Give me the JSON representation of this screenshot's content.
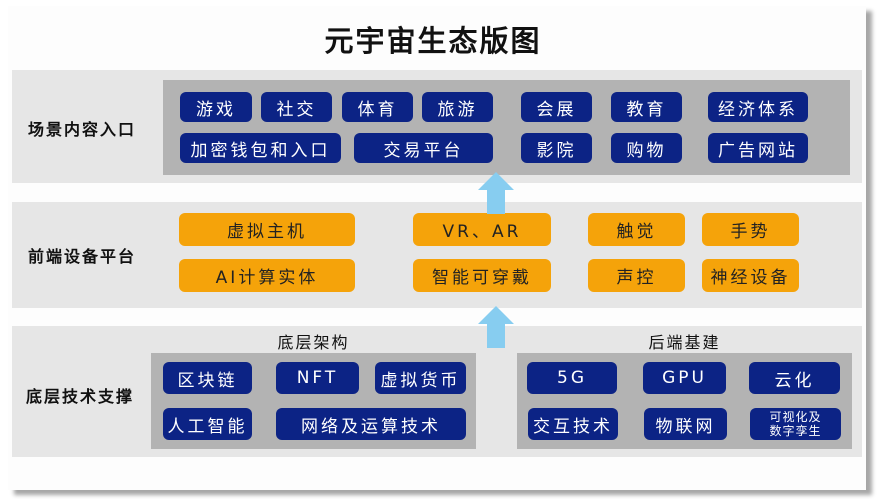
{
  "title": "元宇宙生态版图",
  "colors": {
    "blue_button": "#0c2385",
    "orange_button": "#f5a30a",
    "band": "#e6e6e6",
    "inner_box": "#b3b3b3",
    "arrow": "#87cdf0"
  },
  "layers": {
    "scene": {
      "label": "场景内容入口",
      "items": [
        "游戏",
        "社交",
        "体育",
        "旅游",
        "会展",
        "教育",
        "经济体系",
        "加密钱包和入口",
        "交易平台",
        "影院",
        "购物",
        "广告网站"
      ]
    },
    "frontend": {
      "label": "前端设备平台",
      "items": [
        "虚拟主机",
        "VR、AR",
        "触觉",
        "手势",
        "AI计算实体",
        "智能可穿戴",
        "声控",
        "神经设备"
      ]
    },
    "base": {
      "label": "底层技术支撑",
      "architecture": {
        "title": "底层架构",
        "items": [
          "区块链",
          "NFT",
          "虚拟货币",
          "人工智能",
          "网络及运算技术"
        ]
      },
      "infrastructure": {
        "title": "后端基建",
        "items": [
          "5G",
          "GPU",
          "云化",
          "交互技术",
          "物联网",
          "可视化及",
          "数字孪生"
        ]
      }
    }
  },
  "icons": {
    "arrow_up_1": "arrow-up-icon",
    "arrow_up_2": "arrow-up-icon"
  }
}
